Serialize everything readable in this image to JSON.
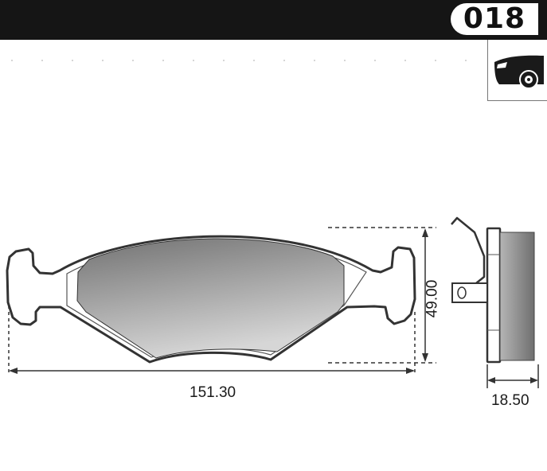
{
  "header": {
    "code": "018"
  },
  "icons": {
    "vehicle": "car-front-wheel-icon"
  },
  "dimensions": {
    "width": "151.30",
    "height": "49.00",
    "thickness": "18.50"
  },
  "colors": {
    "header_bg": "#151515",
    "outline": "#333333",
    "pad_light": "#d2d2d2",
    "pad_dark": "#7a7a7a"
  }
}
